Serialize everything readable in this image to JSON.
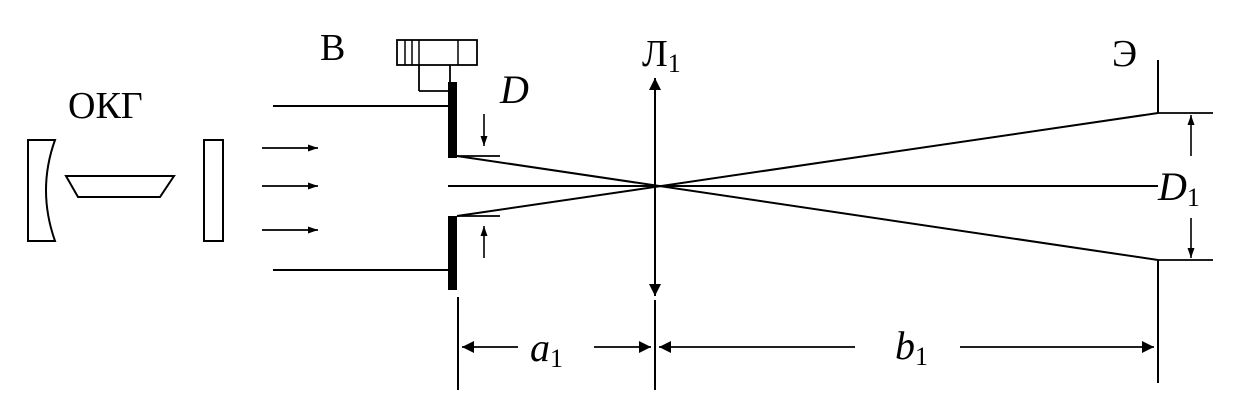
{
  "labels": {
    "laser": "ОКГ",
    "slit": "В",
    "slit_width": "D",
    "lens": "Л",
    "lens_sub": "1",
    "screen": "Э",
    "image_width": "D",
    "image_width_sub": "1",
    "object_distance": "a",
    "object_distance_sub": "1",
    "image_distance": "b",
    "image_distance_sub": "1"
  },
  "colors": {
    "ink": "#000000",
    "background": "#ffffff"
  }
}
